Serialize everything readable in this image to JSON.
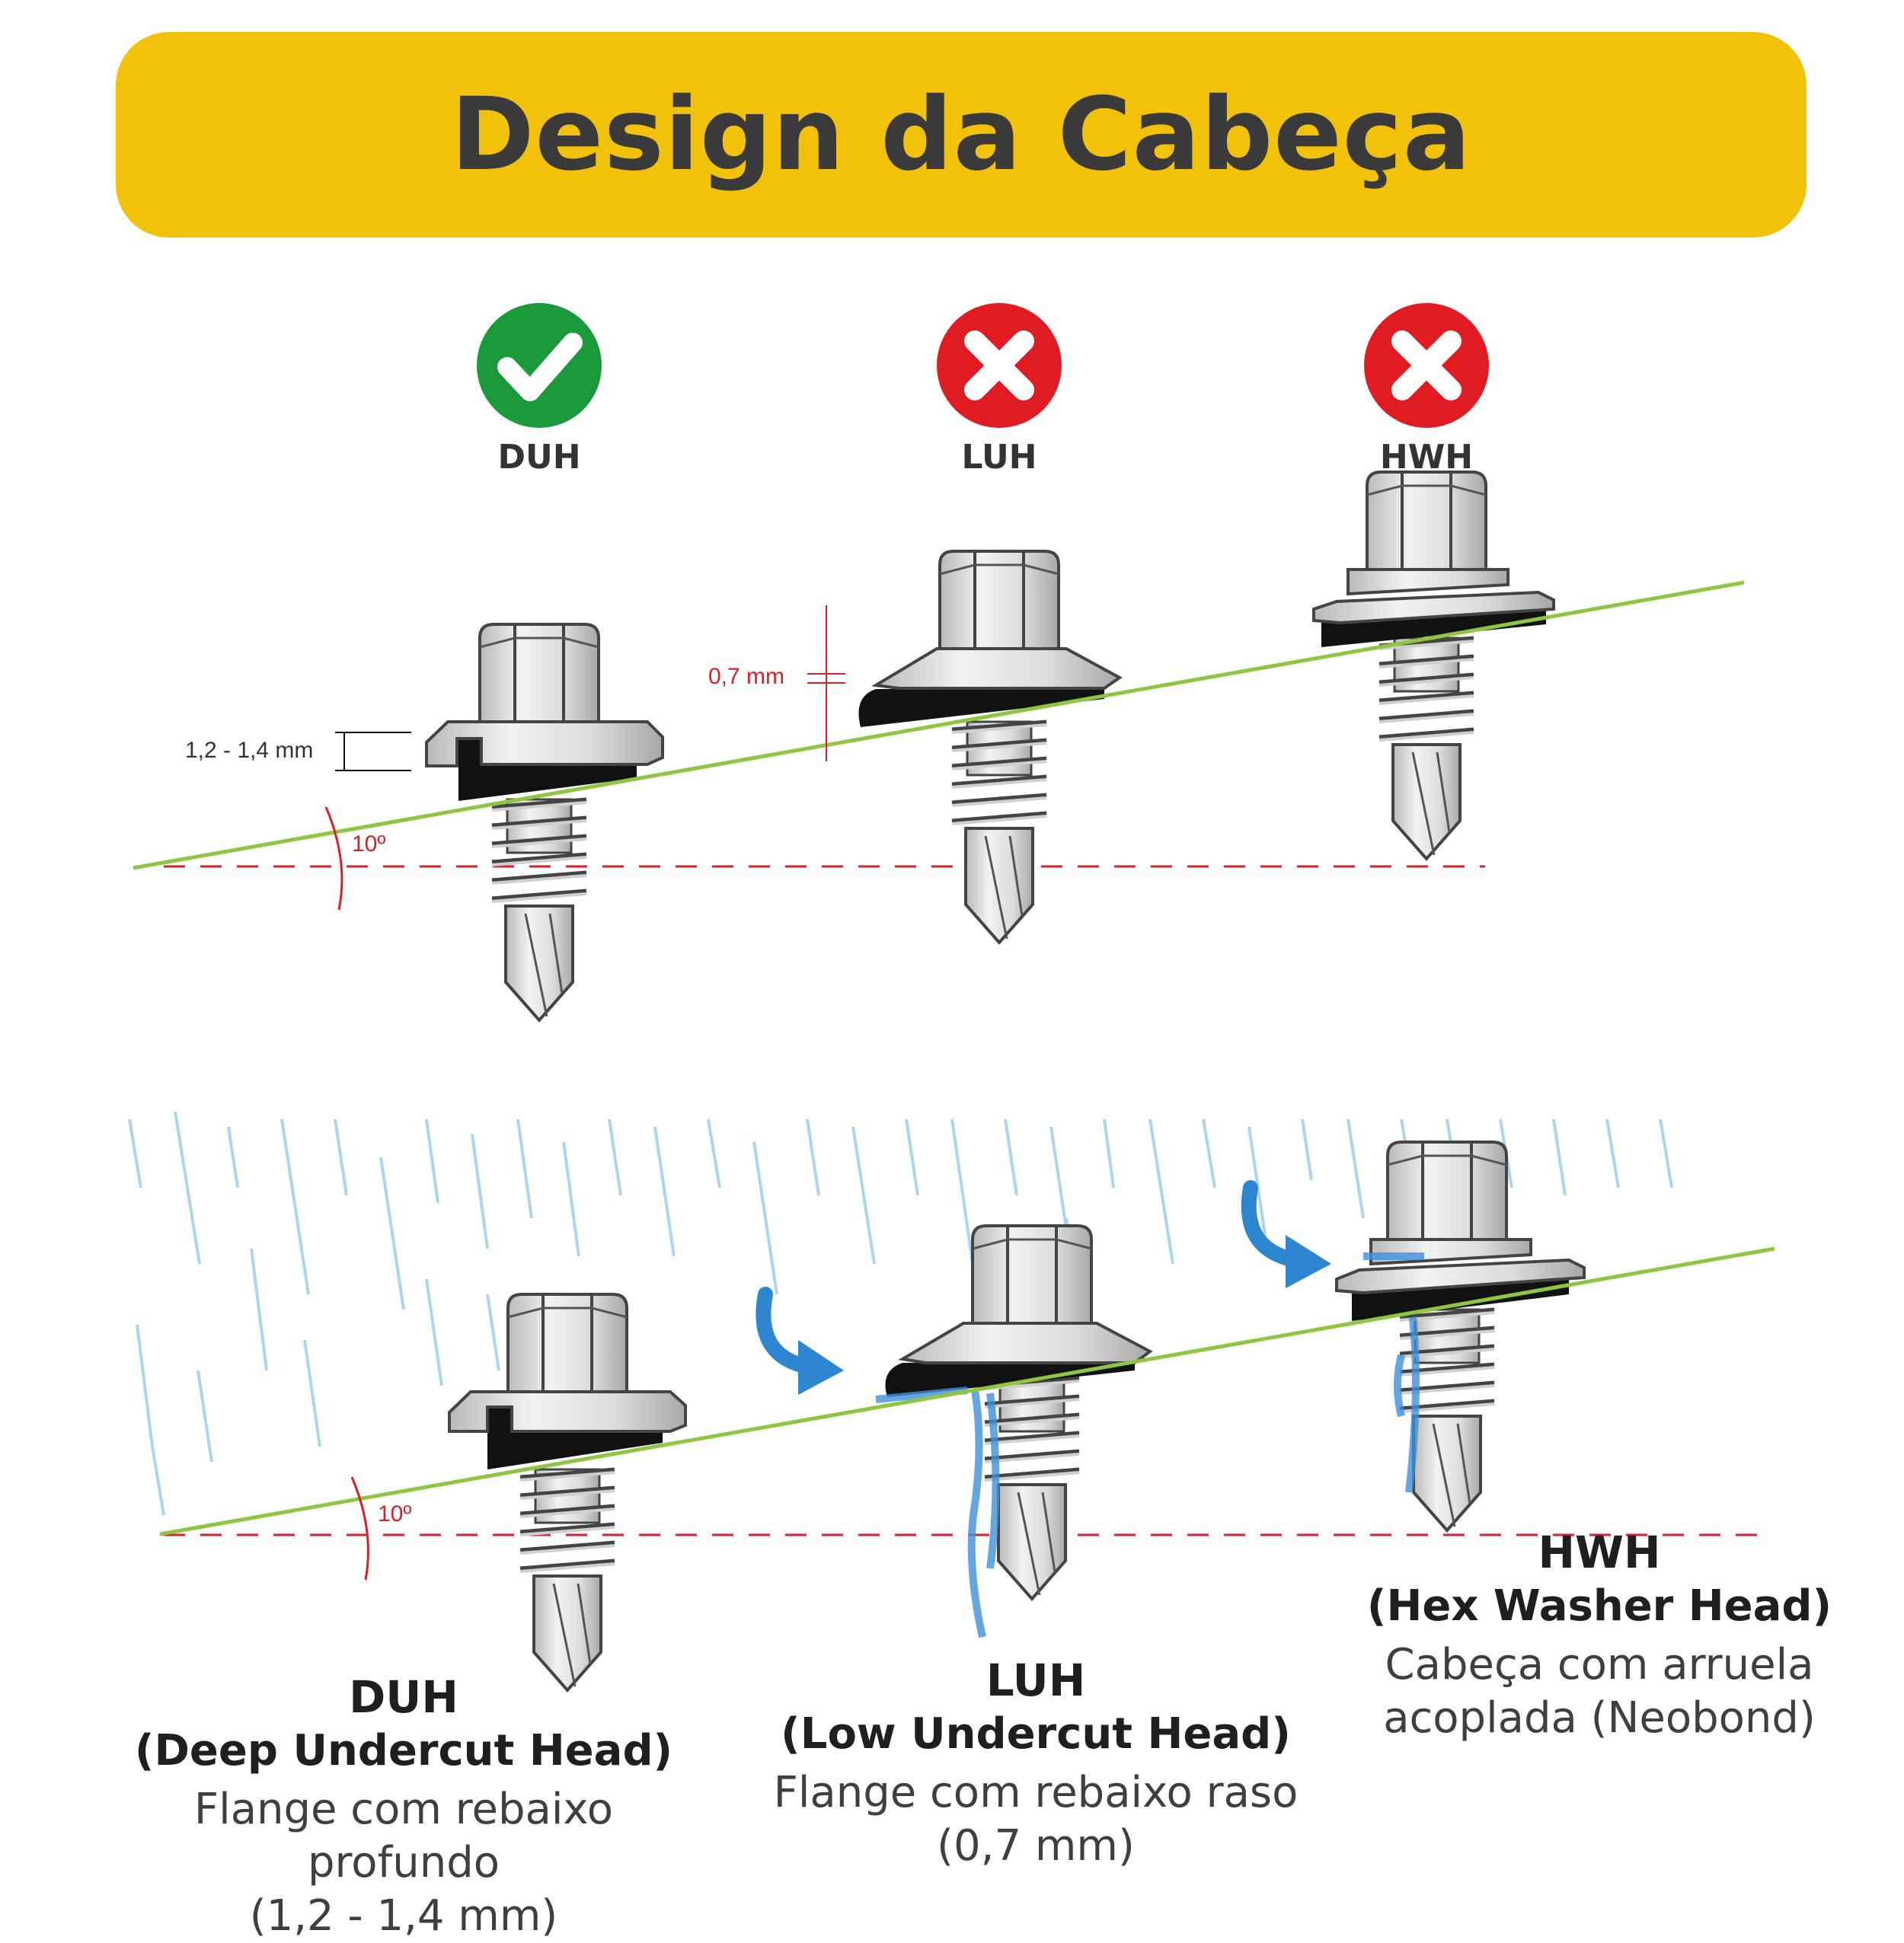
{
  "title": "Design da Cabeça",
  "colors": {
    "banner": "#f2c10a",
    "ok": "#1a9a3b",
    "bad": "#e11b22",
    "roof_line": "#8ec63f",
    "reference_line": "#d6202a",
    "water": "#3e8fd8",
    "rain": "#a9d6ee"
  },
  "icons": {
    "duh_status": "check-circle-icon",
    "luh_status": "x-circle-icon",
    "hwh_status": "x-circle-icon"
  },
  "top_labels": {
    "duh": "DUH",
    "luh": "LUH",
    "hwh": "HWH"
  },
  "dimensions": {
    "duh_undercut": "1,2 - 1,4 mm",
    "luh_undercut": "0,7 mm",
    "angle_top": "10º",
    "angle_bottom": "10º"
  },
  "captions": {
    "duh": {
      "code": "DUH",
      "full": "(Deep Undercut Head)",
      "desc1": "Flange com rebaixo profundo",
      "desc2": "(1,2 - 1,4 mm)"
    },
    "luh": {
      "code": "LUH",
      "full": "(Low Undercut Head)",
      "desc1": "Flange com rebaixo raso",
      "desc2": "(0,7 mm)"
    },
    "hwh": {
      "code": "HWH",
      "full": "(Hex Washer Head)",
      "desc1": "Cabeça com arruela",
      "desc2": "acoplada (Neobond)"
    }
  }
}
